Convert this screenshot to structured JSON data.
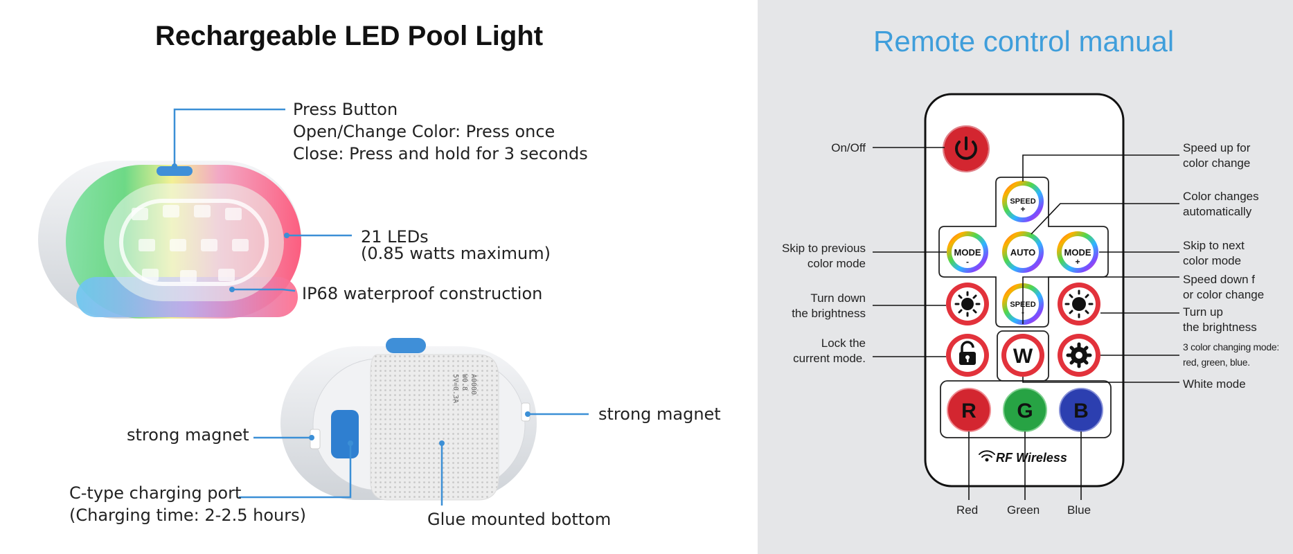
{
  "left": {
    "title": "Rechargeable LED Pool Light",
    "press_button": "Press Button",
    "open_change": "Open/Change Color: Press once",
    "close": "Close: Press and hold for 3 seconds",
    "leds": "21 LEDs",
    "watts": "(0.85 watts maximum)",
    "ip68": "IP68 waterproof construction",
    "magnet_right": "strong magnet",
    "magnet_left": "strong magnet",
    "charging_port": "C-type charging port",
    "charging_time": "(Charging time: 2-2.5 hours)",
    "glue": "Glue mounted bottom"
  },
  "right": {
    "title": "Remote control manual",
    "on_off": "On/Off",
    "skip_prev_1": "Skip to previous",
    "skip_prev_2": "color mode",
    "turn_down_1": "Turn down",
    "turn_down_2": "the brightness",
    "lock_1": "Lock the",
    "lock_2": "current mode.",
    "speed_up_1": "Speed up for",
    "speed_up_2": "color change",
    "color_auto_1": "Color changes",
    "color_auto_2": "automatically",
    "skip_next_1": "Skip to next",
    "skip_next_2": "color mode",
    "speed_down_1": "Speed down f",
    "speed_down_2": "or color change",
    "turn_up_1": "Turn up",
    "turn_up_2": "the brightness",
    "three_color_1": "3 color changing mode:",
    "three_color_2": "red, green, blue.",
    "white_mode": "White mode",
    "red": "Red",
    "green": "Green",
    "blue": "Blue"
  },
  "remote": {
    "speed_plus_1": "SPEED",
    "speed_plus_2": "+",
    "mode_minus_1": "MODE",
    "mode_minus_2": "-",
    "auto": "AUTO",
    "mode_plus_1": "MODE",
    "mode_plus_2": "+",
    "speed_minus_1": "SPEED",
    "speed_minus_2": "-",
    "w": "W",
    "r": "R",
    "g": "G",
    "b": "B",
    "rf": "RF Wireless"
  },
  "product_text": {
    "line1": "A0000",
    "line2": "W0.8",
    "line3": "5V=0.3A"
  },
  "colors": {
    "accent_line": "#3b8fd6",
    "title_blue": "#3f9edb",
    "red_button": "#d32630",
    "green_button": "#27a344",
    "blue_button": "#2c3fb0",
    "panel_gray": "#e5e6e8"
  }
}
